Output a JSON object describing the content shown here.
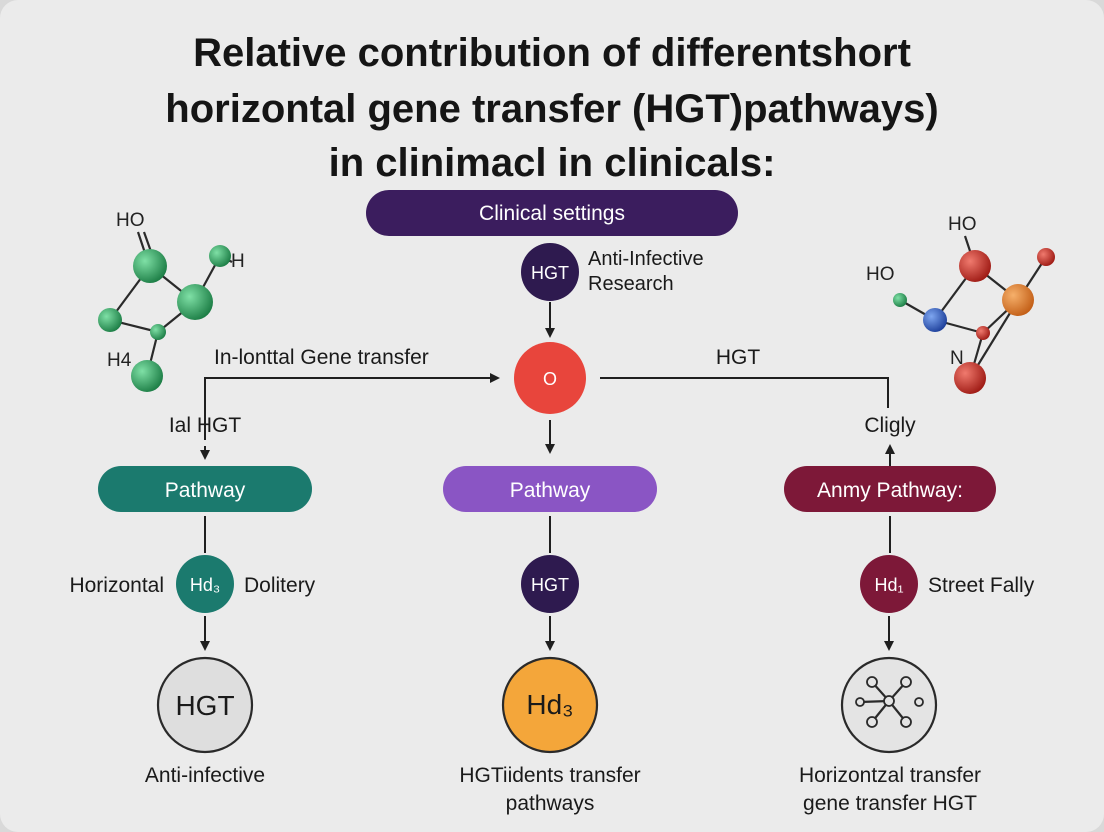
{
  "title": {
    "line1": "Relative contribution of differentshort",
    "line2": "horizontal gene transfer (HGT)pathways)",
    "line3": "in clinimacl in clinicals:"
  },
  "header_pill": {
    "label": "Clinical settings",
    "color": "#3b1d5e"
  },
  "top_node": {
    "label": "HGT",
    "caption_line1": "Anti-Infective",
    "caption_line2": "Research",
    "color": "#2e1a4f"
  },
  "center_node": {
    "label": "O",
    "color": "#e8453c"
  },
  "connector_labels": {
    "left": "In-lonttal Gene transfer",
    "right": "HGT",
    "left_branch": "Ial HGT",
    "right_branch": "Cligly"
  },
  "pathways": [
    {
      "pill_label": "Pathway",
      "pill_color": "#1b7a6e",
      "node_label": "Hd₃",
      "node_color": "#1b7a6e",
      "node_left_text": "Horizontal",
      "node_right_text": "Dolitery",
      "end_label": "HGT",
      "end_color": "#dedede",
      "caption_line1": "Anti-infective",
      "caption_line2": ""
    },
    {
      "pill_label": "Pathway",
      "pill_color": "#8a55c4",
      "node_label": "HGT",
      "node_color": "#2e1a4f",
      "node_left_text": "",
      "node_right_text": "",
      "end_label": "Hd₃",
      "end_color": "#f4a63a",
      "caption_line1": "HGTiidents transfer",
      "caption_line2": "pathways"
    },
    {
      "pill_label": "Anmy Pathway:",
      "pill_color": "#7d1838",
      "node_label": "Hd₁",
      "node_color": "#7d1838",
      "node_left_text": "",
      "node_right_text": "Street Fally",
      "end_label": "",
      "end_color": "#e4e4e4",
      "caption_line1": "Horizontzal transfer",
      "caption_line2": "gene transfer HGT"
    }
  ],
  "molecule_left": {
    "labels": [
      "HO",
      "H",
      "H4"
    ],
    "atom_color": "#2e9a5a"
  },
  "molecule_right": {
    "labels": [
      "HO",
      "HO",
      "N"
    ],
    "colors": [
      "#c0261f",
      "#2a5bc2",
      "#e0792a",
      "#27a05a"
    ]
  }
}
